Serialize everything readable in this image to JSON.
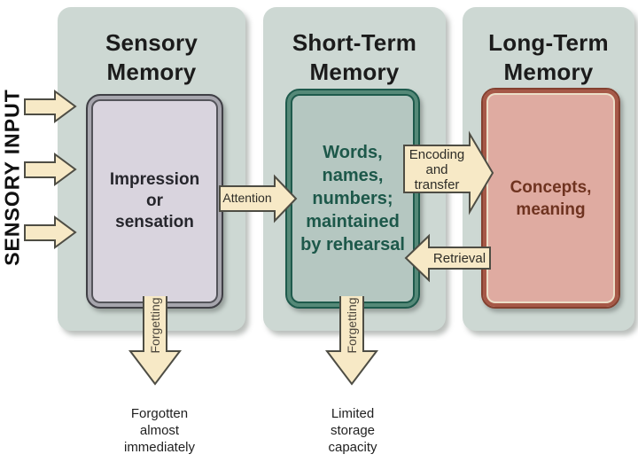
{
  "sensory_input": {
    "label": "SENSORY INPUT"
  },
  "panels": [
    {
      "title": "Sensory\nMemory",
      "box_text": "Impression\nor\nsensation"
    },
    {
      "title": "Short-Term\nMemory",
      "box_text": "Words,\nnames,\nnumbers;\nmaintained\nby rehearsal"
    },
    {
      "title": "Long-Term\nMemory",
      "box_text": "Concepts,\nmeaning"
    }
  ],
  "arrows": {
    "attention_label": "Attention",
    "encoding_label": "Encoding\nand\ntransfer",
    "retrieval_label": "Retrieval",
    "forgetting_left_label": "Forgetting",
    "forgetting_middle_label": "Forgetting"
  },
  "captions": {
    "left": "Forgotten\nalmost\nimmediately",
    "middle": "Limited\nstorage\ncapacity"
  },
  "colors": {
    "panel_bg": "#cdd8d3",
    "sensory_box_fill": "#d9d4de",
    "sensory_box_border": "#54545a",
    "short_term_box_fill": "#b5c7c1",
    "short_term_box_border": "#1e5a4c",
    "long_term_box_fill": "#dfaba1",
    "long_term_box_border": "#83402f",
    "short_term_text": "#1d584a",
    "long_term_text": "#6f3320",
    "arrow_fill": "#f7e9c6",
    "arrow_stroke": "#4e4d44",
    "title_text": "#1b1b1b"
  }
}
